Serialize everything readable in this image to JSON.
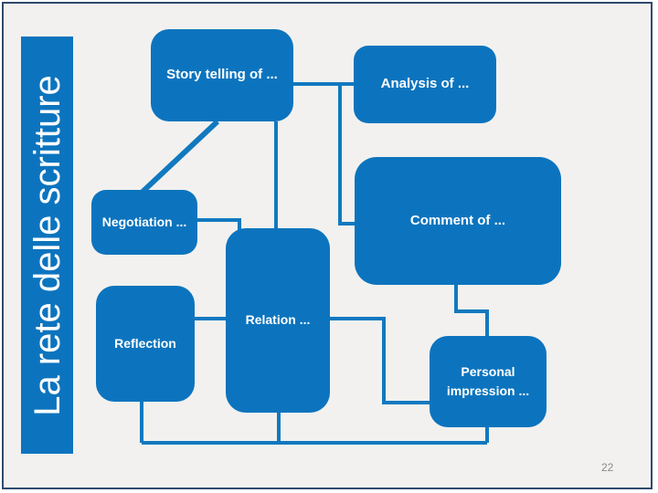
{
  "slide": {
    "title": "La rete delle scritture",
    "page_number": "22",
    "colors": {
      "node_fill": "#0c74be",
      "connector": "#1179bf",
      "background": "#f2f1ef",
      "frame": "#2f4a6d",
      "title_text": "#ffffff",
      "page_number": "#8a8a8a"
    }
  },
  "diagram": {
    "type": "flow-network",
    "nodes": [
      {
        "id": "story",
        "label": "Story telling of ..."
      },
      {
        "id": "analysis",
        "label": "Analysis of ..."
      },
      {
        "id": "negotiation",
        "label": "Negotiation ..."
      },
      {
        "id": "comment",
        "label": "Comment  of ..."
      },
      {
        "id": "relation",
        "label": "Relation ..."
      },
      {
        "id": "reflection",
        "label": "Reflection"
      },
      {
        "id": "personal",
        "label": "Personal impression ..."
      }
    ],
    "edges": [
      {
        "from": "story",
        "to": "analysis"
      },
      {
        "from": "story",
        "to": "negotiation"
      },
      {
        "from": "story",
        "to": "relation"
      },
      {
        "from": "analysis",
        "to": "comment"
      },
      {
        "from": "negotiation",
        "to": "relation"
      },
      {
        "from": "comment",
        "to": "personal"
      },
      {
        "from": "relation",
        "to": "reflection"
      },
      {
        "from": "relation",
        "to": "comment"
      },
      {
        "from": "reflection",
        "to": "personal"
      },
      {
        "from": "relation",
        "to": "personal"
      }
    ]
  }
}
